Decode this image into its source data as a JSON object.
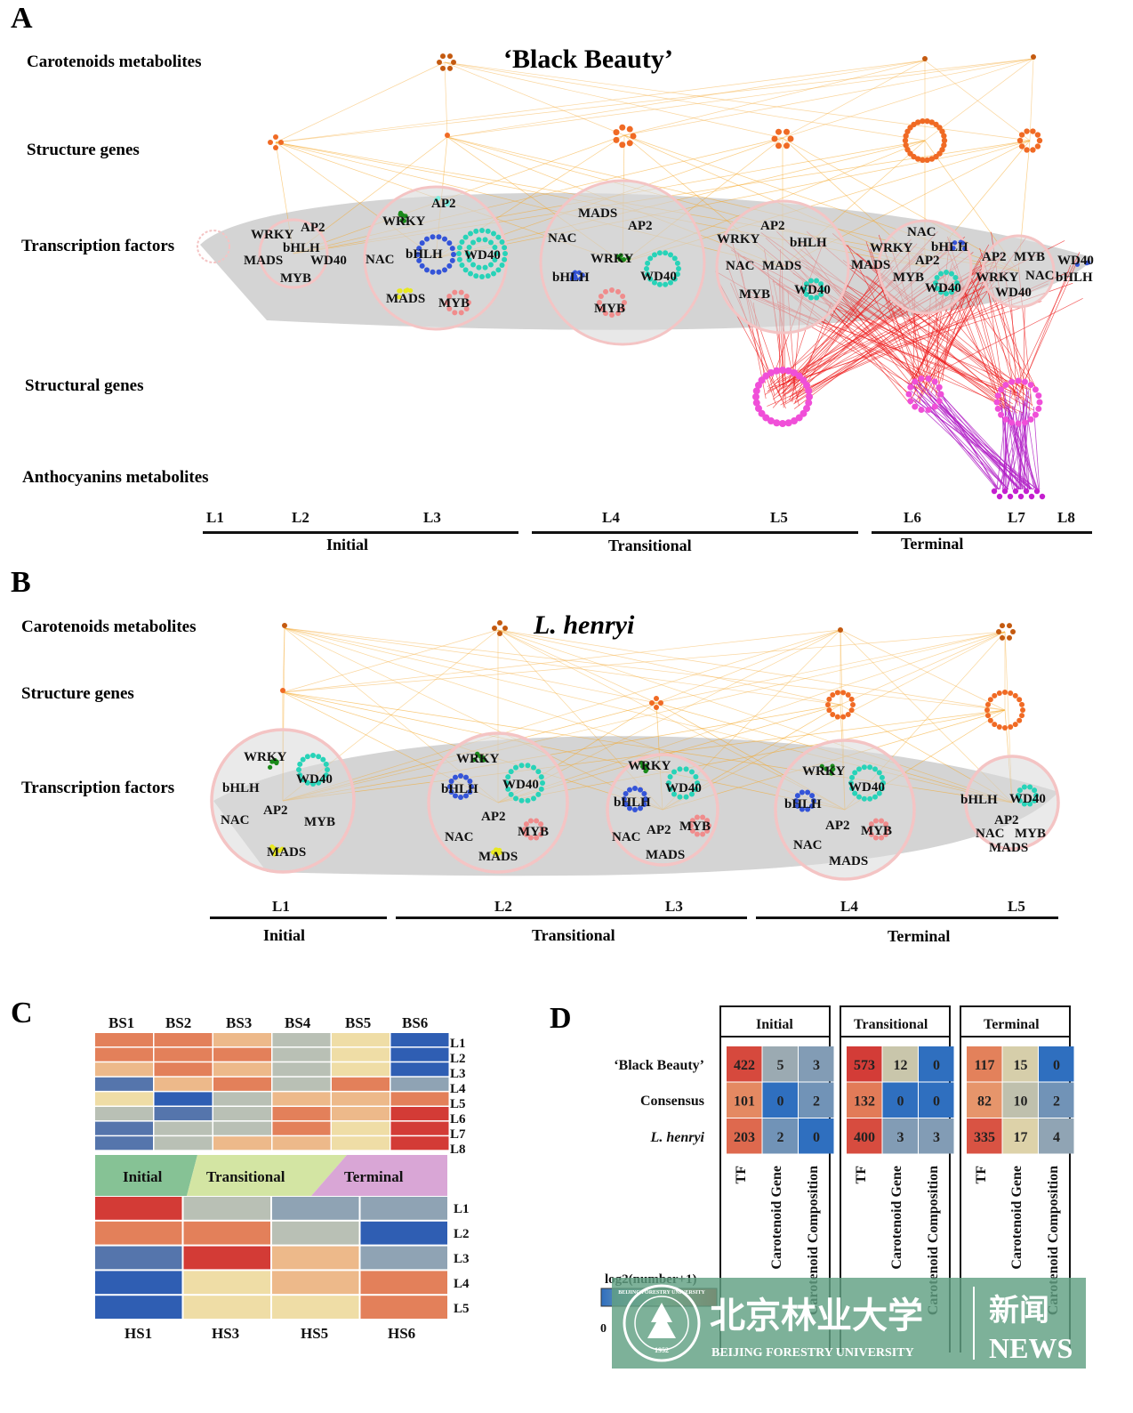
{
  "panel_a": {
    "letter": "A",
    "title": "‘Black Beauty’",
    "rows": [
      "Carotenoids metabolites",
      "Structure genes",
      "Transcription factors",
      "Structural genes",
      "Anthocyanins metabolites"
    ],
    "levels": [
      "L1",
      "L2",
      "L3",
      "L4",
      "L5",
      "L6",
      "L7",
      "L8"
    ],
    "stages": [
      "Initial",
      "Transitional",
      "Terminal"
    ]
  },
  "panel_b": {
    "letter": "B",
    "title": "L. henryi",
    "rows": [
      "Carotenoids metabolites",
      "Structure genes",
      "Transcription factors"
    ],
    "levels": [
      "L1",
      "L2",
      "L3",
      "L4",
      "L5"
    ],
    "stages": [
      "Initial",
      "Transitional",
      "Terminal"
    ]
  },
  "tf_names": {
    "wrky": "WRKY",
    "ap2": "AP2",
    "bhlh": "bHLH",
    "mads": "MADS",
    "wd40": "WD40",
    "myb": "MYB",
    "nac": "NAC"
  },
  "panel_c": {
    "letter": "C",
    "top_cols": [
      "BS1",
      "BS2",
      "BS3",
      "BS4",
      "BS5",
      "BS6"
    ],
    "top_rows": [
      "L1",
      "L2",
      "L3",
      "L4",
      "L5",
      "L6",
      "L7",
      "L8"
    ],
    "bottom_cols": [
      "HS1",
      "HS3",
      "HS5",
      "HS6"
    ],
    "bottom_rows": [
      "L1",
      "L2",
      "L3",
      "L4",
      "L5"
    ],
    "bands": [
      "Initial",
      "Transitional",
      "Terminal"
    ],
    "colors": {
      "red": "#d33b36",
      "orange": "#e3805a",
      "lorange": "#edb98a",
      "beige": "#efdda6",
      "gray": "#b9c0b5",
      "slate": "#8fa3b4",
      "blue": "#5575ac",
      "dblue": "#2f5eb3"
    }
  },
  "panel_d": {
    "letter": "D",
    "groups": [
      "Initial",
      "Transitional",
      "Terminal"
    ],
    "rows": [
      "‘Black Beauty’",
      "Consensus",
      "L. henryi"
    ],
    "cols": [
      "TF",
      "Carotenoid Gene",
      "Carotenoid Composition"
    ],
    "values": [
      [
        [
          422,
          5,
          3
        ],
        [
          101,
          0,
          2
        ],
        [
          203,
          2,
          0
        ]
      ],
      [
        [
          573,
          12,
          0
        ],
        [
          132,
          0,
          0
        ],
        [
          400,
          3,
          3
        ]
      ],
      [
        [
          117,
          15,
          0
        ],
        [
          82,
          10,
          2
        ],
        [
          335,
          17,
          4
        ]
      ]
    ],
    "legend_title": "log2(number+1)",
    "legend_min": "0"
  },
  "watermark": {
    "chinese": "北京林业大学",
    "news_cn": "新闻",
    "news_en": "NEWS",
    "university_en": "BEIJING FORESTRY UNIVERSITY",
    "seal_year": "1952",
    "seal_text": "BEIJING FORESTRY UNIVERSITY",
    "bg_color": "#60a082"
  }
}
